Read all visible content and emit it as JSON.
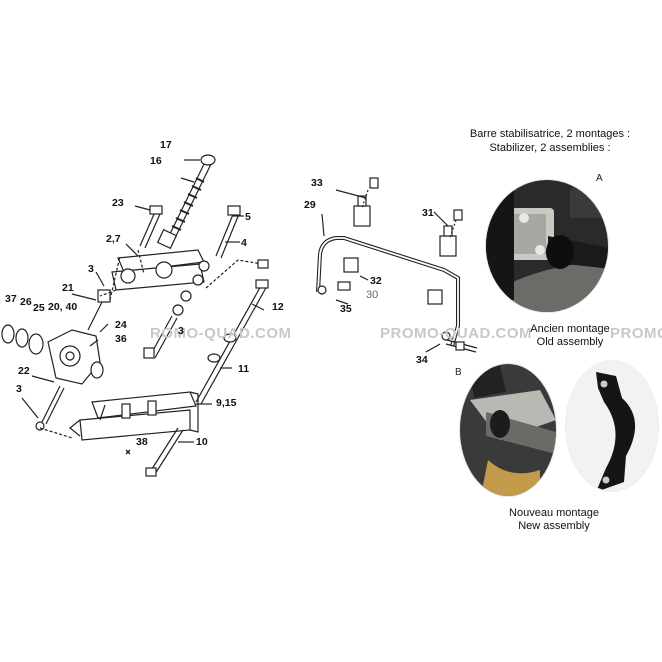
{
  "header": {
    "line_fr": "Barre stabilisatrice, 2 montages :",
    "line_en": "Stabilizer, 2 assemblies :"
  },
  "watermark": {
    "text_left": "ROMO-QUAD.COM",
    "text_mid": "PROMO-QUAD.COM",
    "text_right": "PROMO"
  },
  "photos": {
    "tag_a": "A",
    "tag_b": "B",
    "old_fr": "Ancien montage",
    "old_en": "Old assembly",
    "new_fr": "Nouveau montage",
    "new_en": "New assembly"
  },
  "callouts": {
    "c17": "17",
    "c16": "16",
    "c23": "23",
    "c5": "5",
    "c27": "2,7",
    "c4": "4",
    "c3a": "3",
    "c21": "21",
    "c37": "37",
    "c26": "26",
    "c25": "25",
    "c2040": "20, 40",
    "c24": "24",
    "c36": "36",
    "c3b": "3",
    "c12": "12",
    "c22": "22",
    "c3c": "3",
    "c11": "11",
    "c915": "9,15",
    "c10": "10",
    "c38": "38",
    "c33": "33",
    "c29": "29",
    "c31": "31",
    "c32": "32",
    "c30": "30",
    "c35": "35",
    "c34": "34"
  },
  "colors": {
    "line": "#222222",
    "watermark": "#c8c8c8",
    "photo_dark": "#1a1a1a",
    "photo_metal": "#b9b9b4"
  }
}
